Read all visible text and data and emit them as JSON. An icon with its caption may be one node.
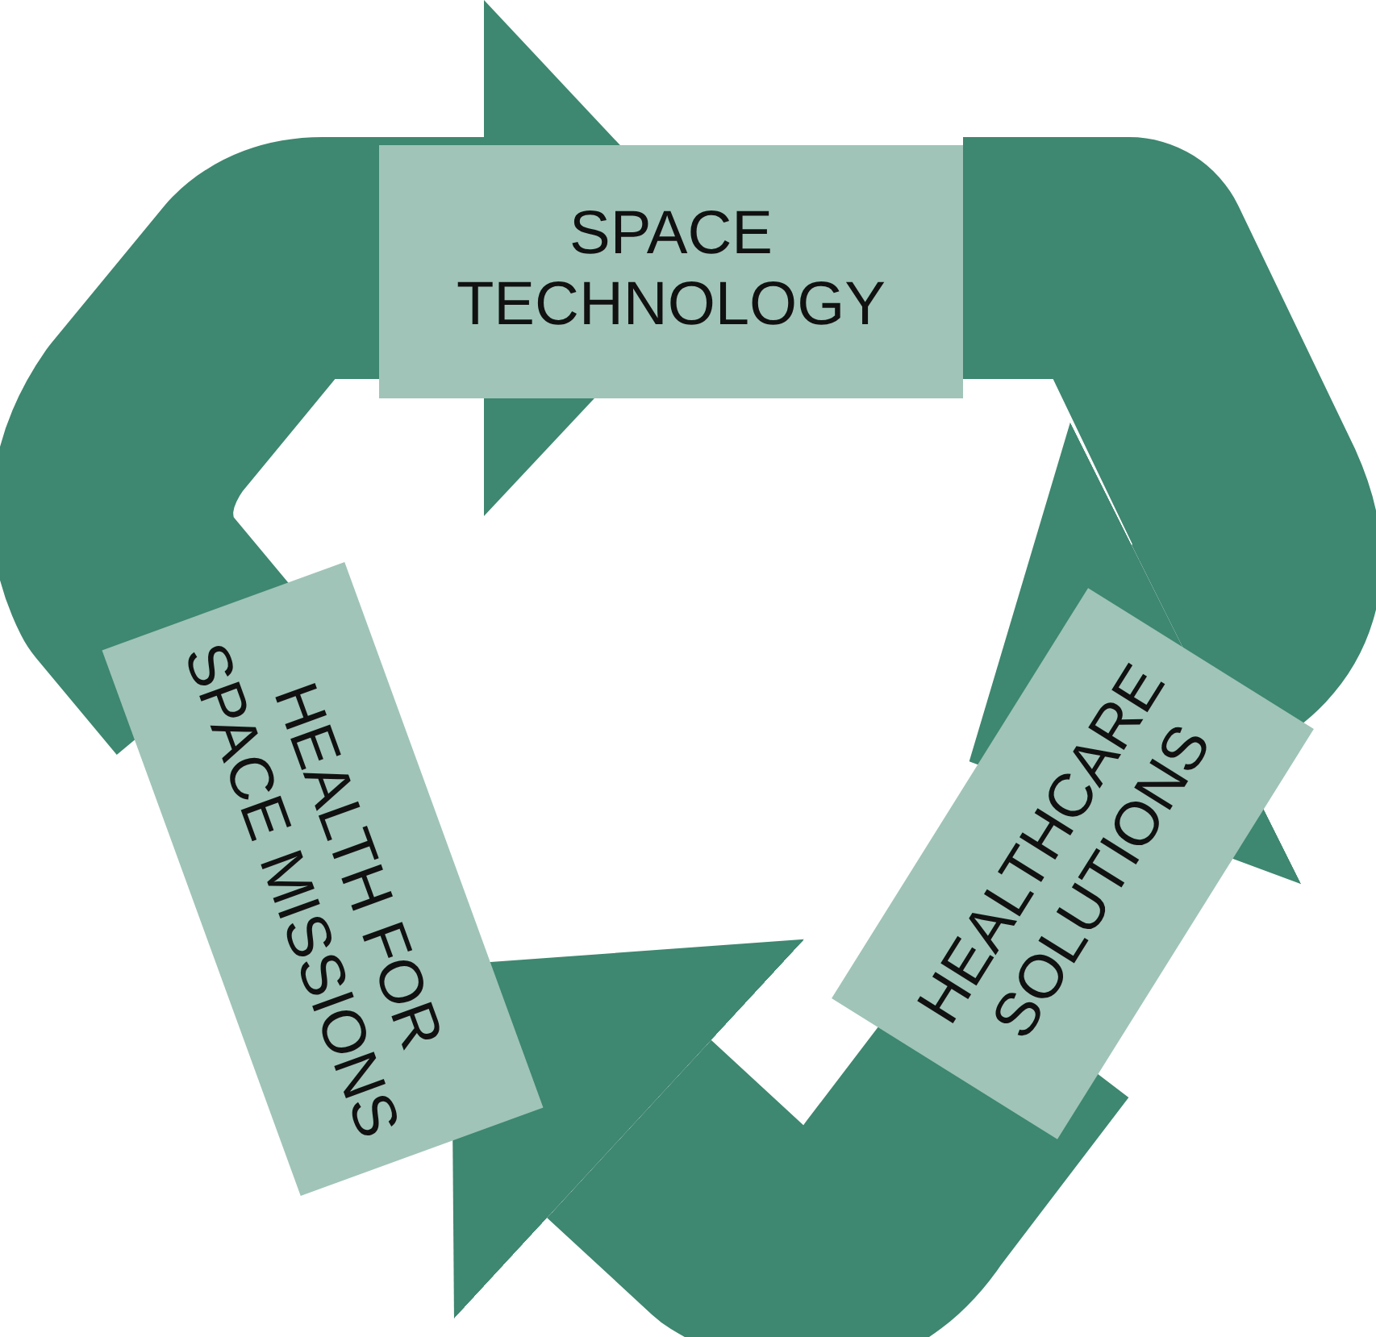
{
  "diagram": {
    "nodes": [
      {
        "text": [
          "SPACE TECHNOLOGY"
        ]
      },
      {
        "text": [
          "HEALTHCARE SOLUTIONS"
        ]
      },
      {
        "text": [
          "HEALTH FOR SPACE MISSIONS"
        ]
      }
    ],
    "edges": [
      {
        "from": 0,
        "to": 1,
        "arrow": "to"
      },
      {
        "from": 1,
        "to": 2,
        "arrow": "to"
      },
      {
        "from": 2,
        "to": 0,
        "arrow": "to"
      }
    ]
  }
}
